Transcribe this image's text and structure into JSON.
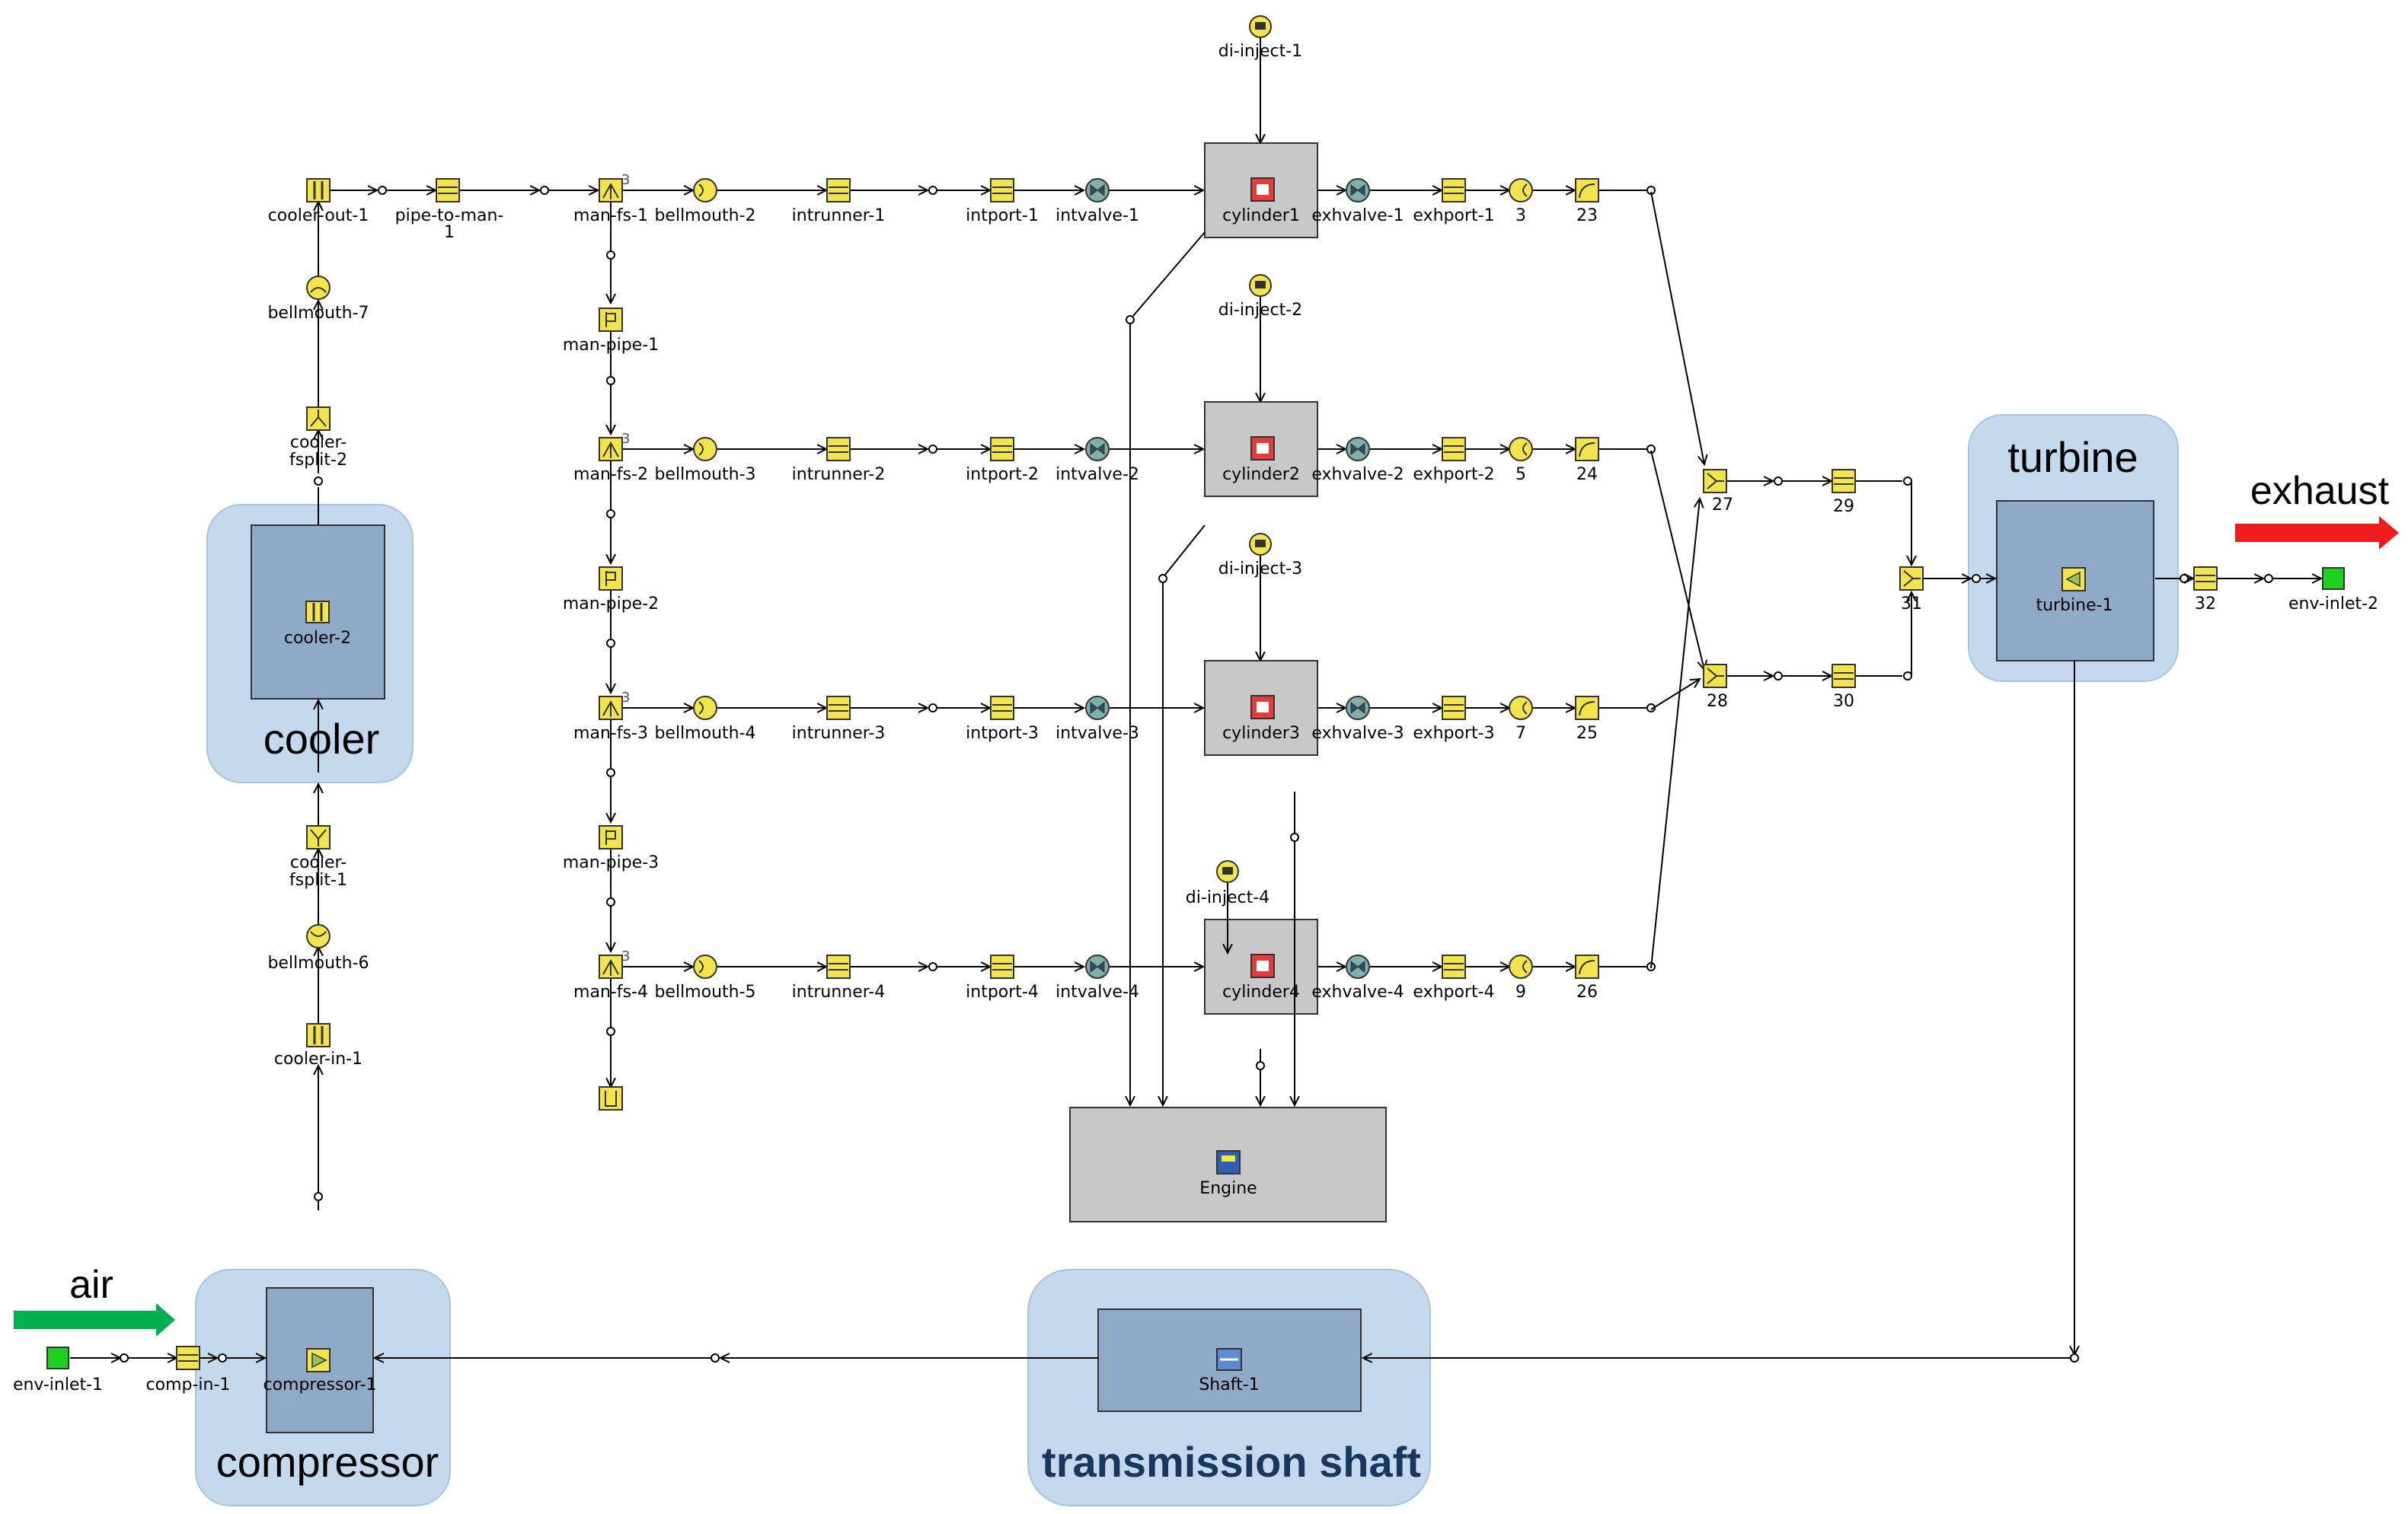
{
  "groups": {
    "cooler": "cooler",
    "compressor": "compressor",
    "turbine": "turbine",
    "shaft": "transmission shaft"
  },
  "flow": {
    "air": "air",
    "exhaust": "exhaust"
  },
  "colors": {
    "group_fill": "#c5d9ee",
    "inner_fill": "#8eaac7",
    "block_fill": "#c8c8c8",
    "component_fill": "#f2e44a",
    "env_fill": "#1fd11f",
    "air_arrow": "#00b050",
    "exhaust_arrow": "#ee1c1c"
  },
  "labels": {
    "cooler_out_1": "cooler-out-1",
    "pipe_to_man_a": "pipe-to-man-",
    "pipe_to_man_b": "1",
    "bellmouth_7": "bellmouth-7",
    "cooler_fsplit_2_a": "cooler-",
    "cooler_fsplit_2_b": "fsplit-2",
    "cooler_2": "cooler-2",
    "cooler_fsplit_1_a": "cooler-",
    "cooler_fsplit_1_b": "fsplit-1",
    "bellmouth_6": "bellmouth-6",
    "cooler_in_1": "cooler-in-1",
    "env_inlet_1": "env-inlet-1",
    "comp_in_1": "comp-in-1",
    "compressor_1": "compressor-1",
    "shaft_1": "Shaft-1",
    "engine": "Engine",
    "turbine_1": "turbine-1",
    "n31": "31",
    "n32": "32",
    "env_inlet_2": "env-inlet-2",
    "n27": "27",
    "n28": "28",
    "n29": "29",
    "n30": "30",
    "man_pipe_1": "man-pipe-1",
    "man_pipe_2": "man-pipe-2",
    "man_pipe_3": "man-pipe-3",
    "di_inject_4": "di-inject-4"
  },
  "rows": [
    {
      "manifold": "man-fs-1",
      "bellmouth": "bellmouth-2",
      "runner": "intrunner-1",
      "port": "intport-1",
      "intvalve": "intvalve-1",
      "inject": "di-inject-1",
      "cylinder": "cylinder1",
      "exhvalve": "exhvalve-1",
      "exhport": "exhport-1",
      "node": "3",
      "bend": "23"
    },
    {
      "manifold": "man-fs-2",
      "bellmouth": "bellmouth-3",
      "runner": "intrunner-2",
      "port": "intport-2",
      "intvalve": "intvalve-2",
      "inject": "di-inject-2",
      "cylinder": "cylinder2",
      "exhvalve": "exhvalve-2",
      "exhport": "exhport-2",
      "node": "5",
      "bend": "24"
    },
    {
      "manifold": "man-fs-3",
      "bellmouth": "bellmouth-4",
      "runner": "intrunner-3",
      "port": "intport-3",
      "intvalve": "intvalve-3",
      "inject": "di-inject-3",
      "cylinder": "cylinder3",
      "exhvalve": "exhvalve-3",
      "exhport": "exhport-3",
      "node": "7",
      "bend": "25"
    },
    {
      "manifold": "man-fs-4",
      "bellmouth": "bellmouth-5",
      "runner": "intrunner-4",
      "port": "intport-4",
      "intvalve": "intvalve-4",
      "inject": "",
      "cylinder": "cylinder4",
      "exhvalve": "exhvalve-4",
      "exhport": "exhport-4",
      "node": "9",
      "bend": "26"
    }
  ]
}
